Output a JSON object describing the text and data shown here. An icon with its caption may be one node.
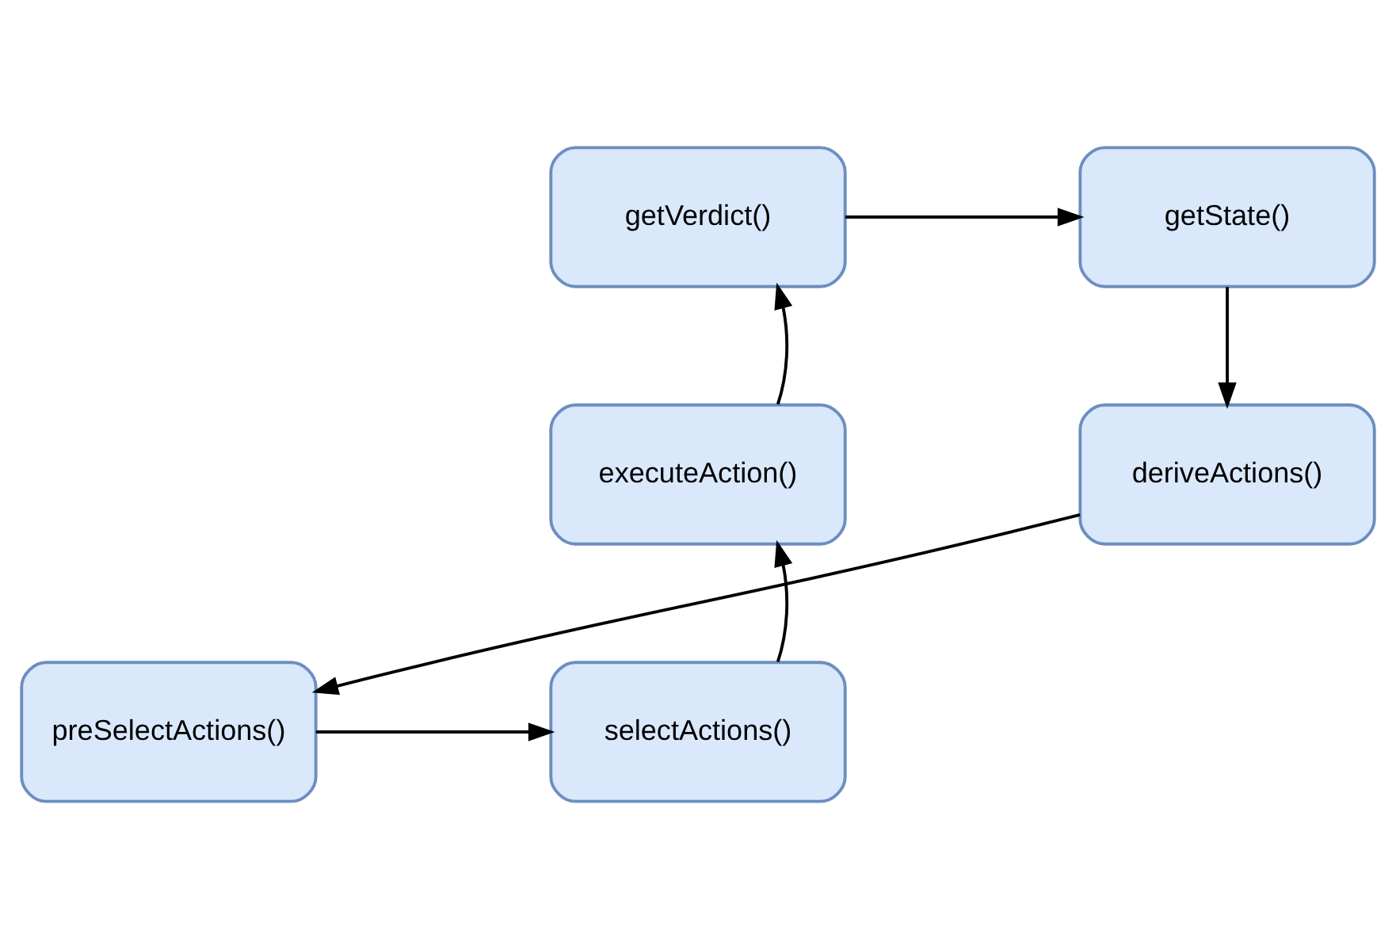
{
  "diagram": {
    "nodes": [
      {
        "text": [
          "getVerdict()"
        ]
      },
      {
        "text": [
          "getState()"
        ]
      },
      {
        "text": [
          "executeAction()"
        ]
      },
      {
        "text": [
          "deriveActions()"
        ]
      },
      {
        "text": [
          "selectActions()"
        ]
      },
      {
        "text": [
          "preSelectActions()"
        ]
      }
    ],
    "edges": [
      {
        "from": 0,
        "to": 1,
        "arrow": "to"
      },
      {
        "from": 1,
        "to": 3,
        "arrow": "to"
      },
      {
        "from": 3,
        "to": 5,
        "arrow": "to"
      },
      {
        "from": 5,
        "to": 4,
        "arrow": "to"
      },
      {
        "from": 4,
        "to": 2,
        "arrow": "to"
      },
      {
        "from": 2,
        "to": 0,
        "arrow": "to"
      }
    ]
  }
}
